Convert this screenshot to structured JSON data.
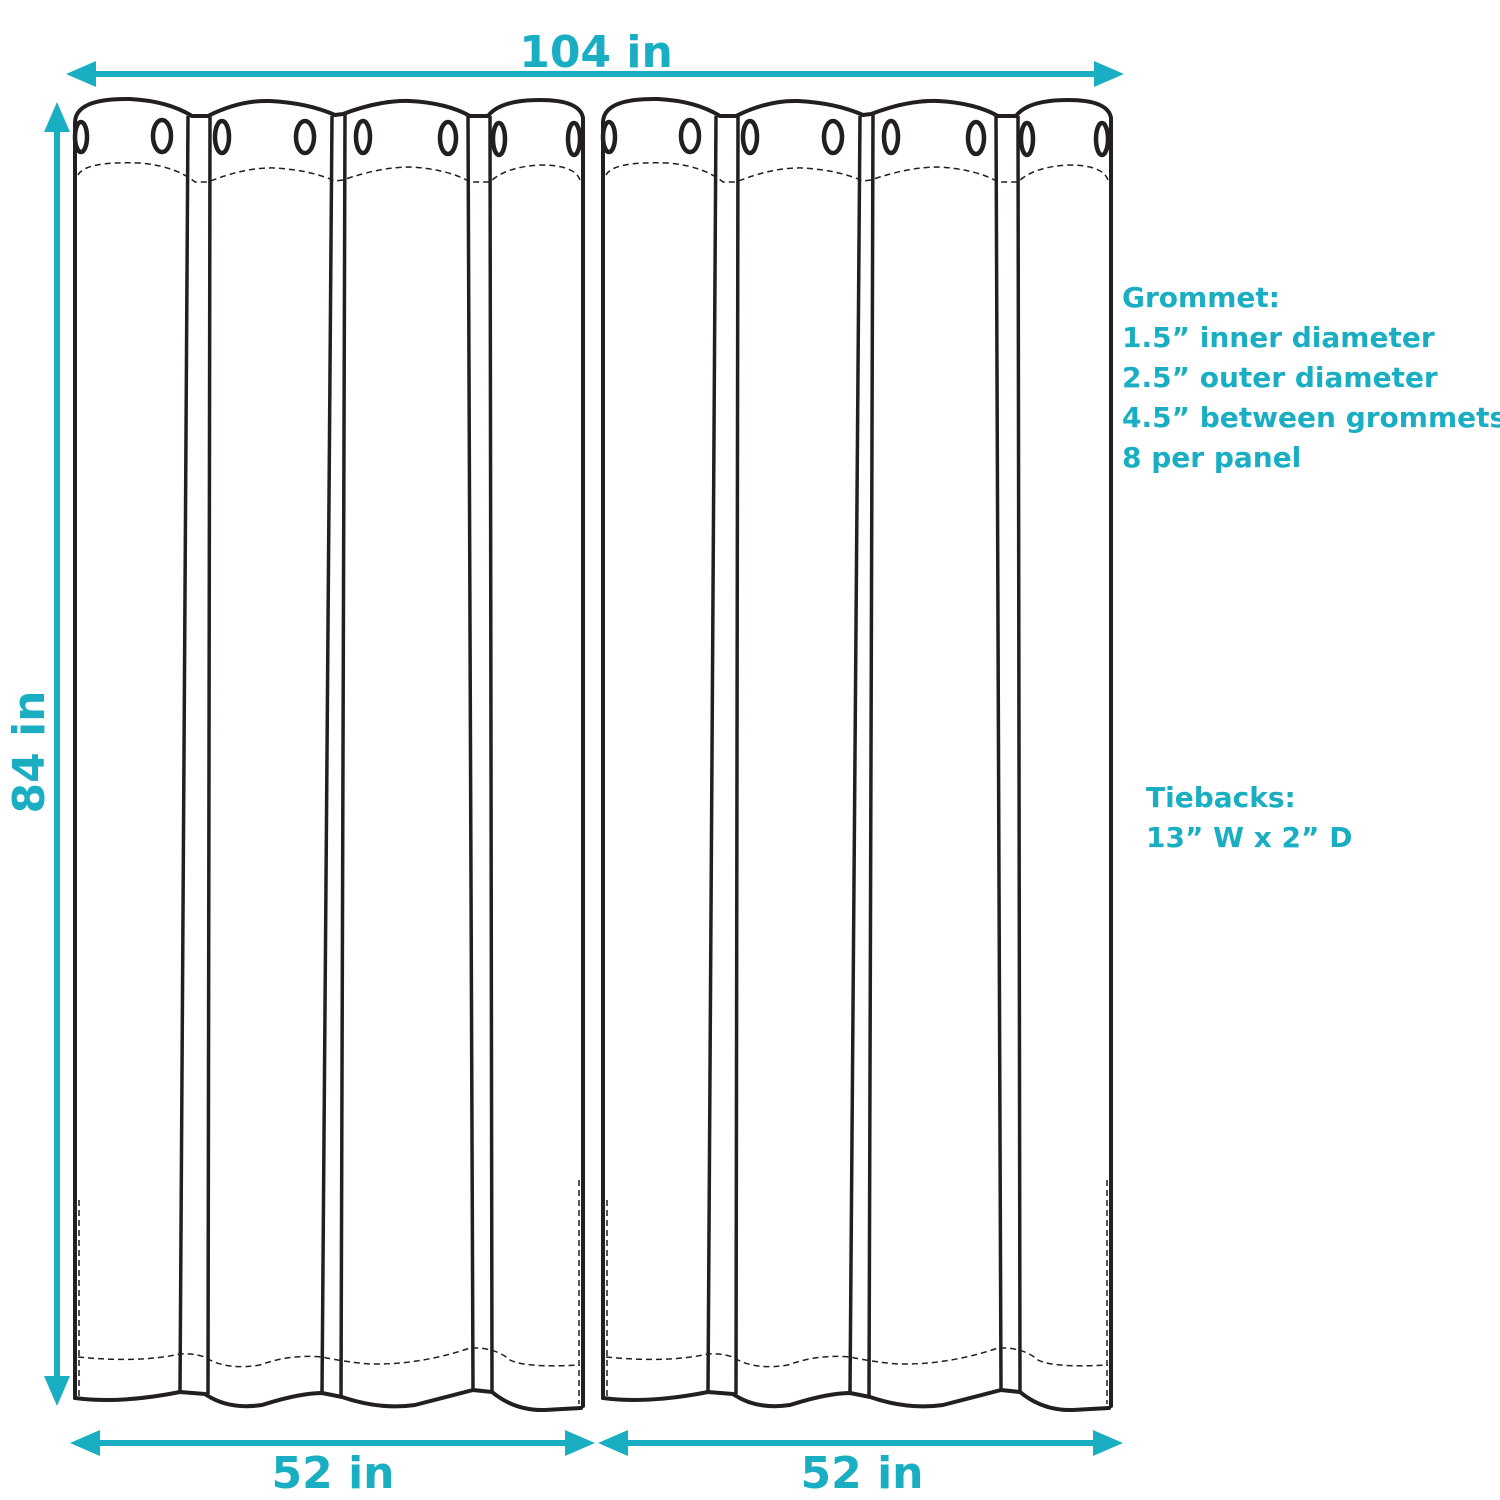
{
  "dimensions": {
    "total_width": "104 in",
    "height": "84 in",
    "panel_left_width": "52 in",
    "panel_right_width": "52 in"
  },
  "grommet": {
    "title": "Grommet:",
    "lines": [
      "1.5” inner diameter",
      "2.5” outer diameter",
      "4.5” between grommets",
      "8 per panel"
    ]
  },
  "tiebacks": {
    "title": "Tiebacks:",
    "lines": [
      "13” W x 2” D"
    ]
  },
  "colors": {
    "accent": "#1aaec3",
    "outline": "#231f20"
  }
}
